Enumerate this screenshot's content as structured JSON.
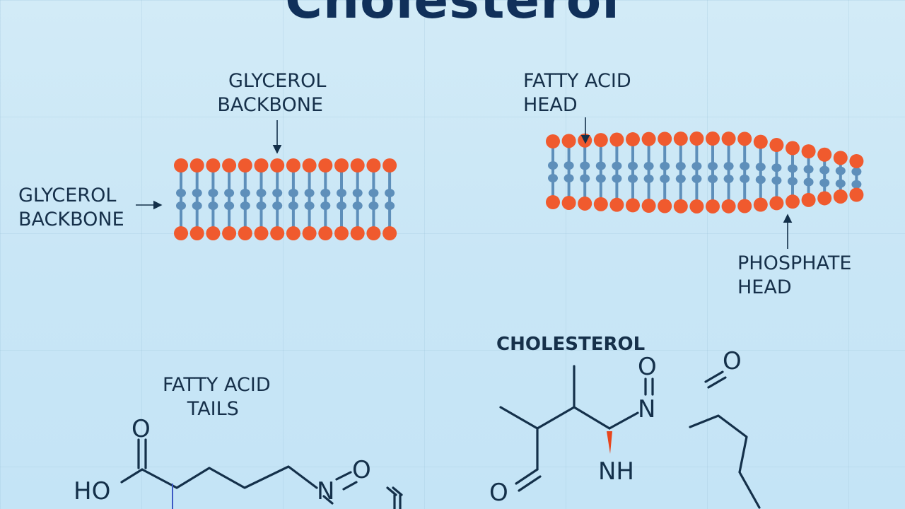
{
  "title": "Cholesterol",
  "labels": {
    "glycerol_top": [
      "GLYCEROL",
      "BACKBONE"
    ],
    "glycerol_left": [
      "GLYCEROL",
      "BACKBONE"
    ],
    "fatty_acid_head": [
      "FATTY ACID",
      "HEAD"
    ],
    "phosphate_head": [
      "PHOSPHATE",
      "HEAD"
    ],
    "fatty_acid_tails": [
      "FATTY ACID",
      "TAILS"
    ],
    "cholesterol": "CHOLESTEROL"
  },
  "atoms": {
    "ho": "HO",
    "o_acid": "O",
    "n_left": "N",
    "o_left": "O",
    "o_top": "O",
    "n_right": "N",
    "nh": "NH",
    "o_ald": "O",
    "o_far": "O"
  },
  "colors": {
    "head": "#f05a2e",
    "tail": "#5e8fba",
    "text": "#14304a",
    "accent_bond": "#e8451c"
  }
}
